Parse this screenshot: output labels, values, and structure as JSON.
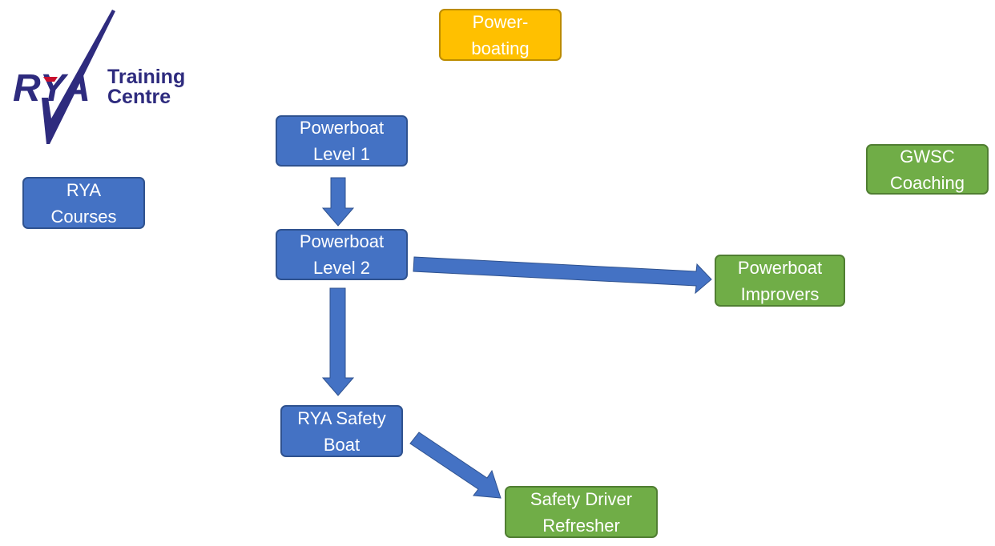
{
  "logo": {
    "lettering": "RYA",
    "line1": "Training",
    "line2": "Centre",
    "color": "#2e2b7e",
    "accent": "#c8102e"
  },
  "nodes": {
    "powerboating": "Power-\nboating",
    "rya_courses": "RYA\nCourses",
    "gwsc_coaching": "GWSC\nCoaching",
    "powerboat_level_1": "Powerboat\nLevel 1",
    "powerboat_level_2": "Powerboat\nLevel 2",
    "powerboat_improvers": "Powerboat\nImprovers",
    "rya_safety_boat": "RYA Safety\nBoat",
    "safety_driver_refresher": "Safety Driver\nRefresher"
  },
  "edges": [
    {
      "from": "powerboat_level_1",
      "to": "powerboat_level_2"
    },
    {
      "from": "powerboat_level_2",
      "to": "powerboat_improvers"
    },
    {
      "from": "powerboat_level_2",
      "to": "rya_safety_boat"
    },
    {
      "from": "rya_safety_boat",
      "to": "safety_driver_refresher"
    }
  ],
  "colors": {
    "rya_course": "#4472c4",
    "gwsc_course": "#70ad47",
    "category": "#ffc000",
    "arrow": "#4472c4"
  }
}
